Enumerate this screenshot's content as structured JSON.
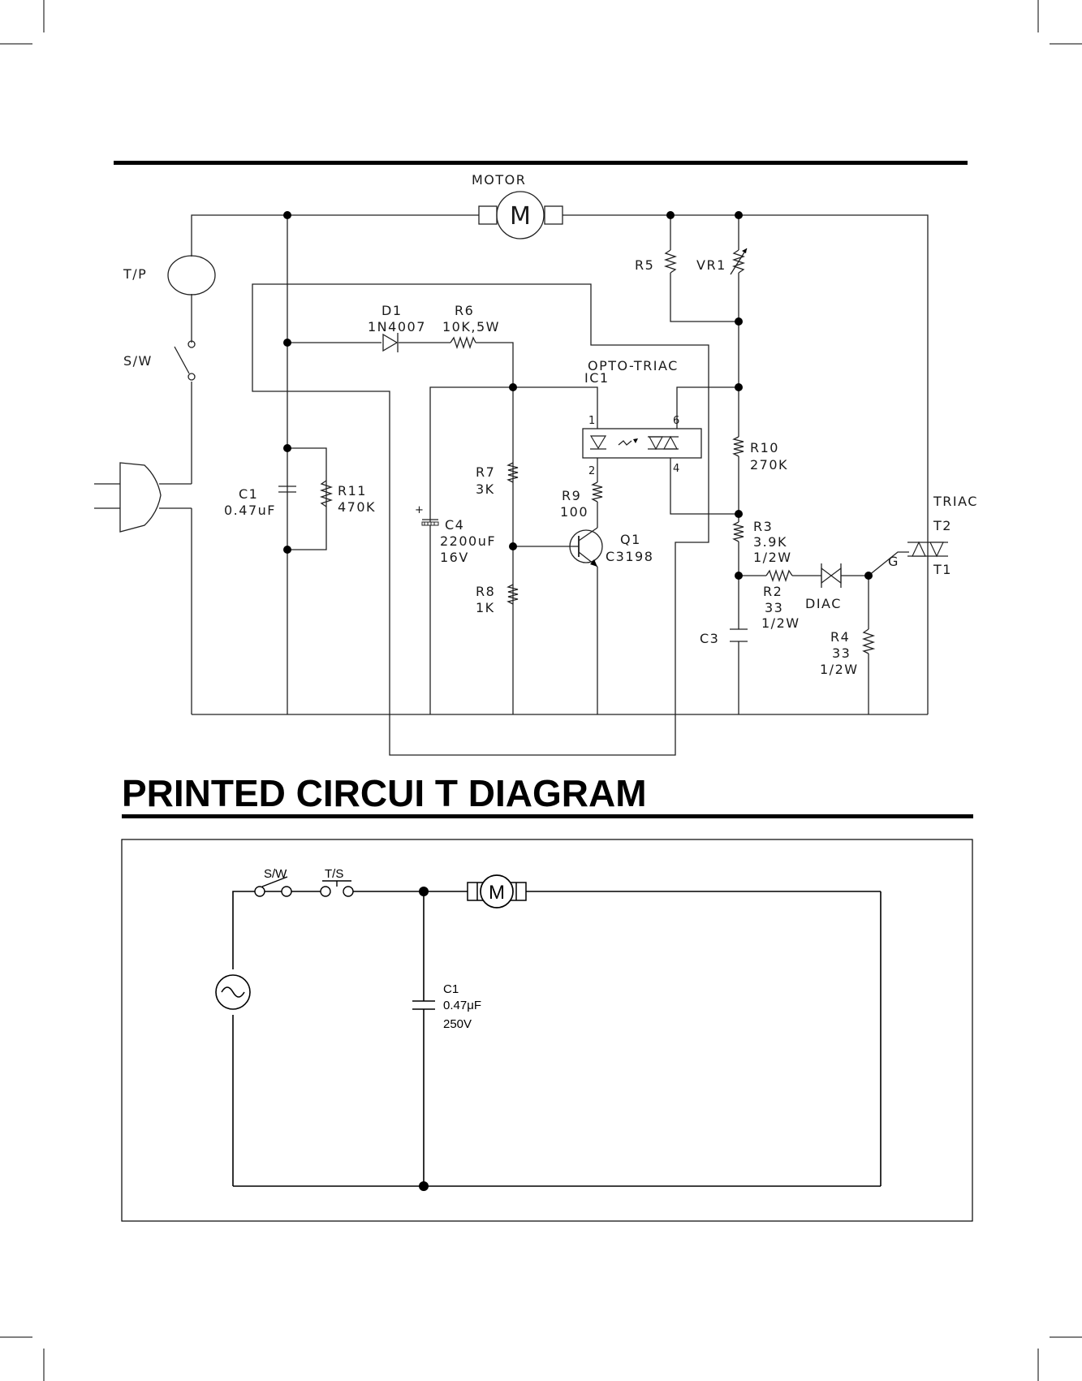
{
  "section_title": "PRINTED CIRCUI T DIAGRAM",
  "schematic": {
    "motor": "MOTOR",
    "motor_symbol": "M",
    "tp": "T/P",
    "sw": "S/W",
    "d1": "D1",
    "d1_part": "1N4007",
    "r6": "R6",
    "r6_val": "10K,5W",
    "opto": "OPTO-TRIAC",
    "ic1": "IC1",
    "pin1": "1",
    "pin2": "2",
    "pin4": "4",
    "pin6": "6",
    "r5": "R5",
    "vr1": "VR1",
    "r10": "R10",
    "r10_val": "270K",
    "r7": "R7",
    "r7_val": "3K",
    "r9": "R9",
    "r9_val": "100",
    "c1": "C1",
    "c1_val": "0.47uF",
    "r11": "R11",
    "r11_val": "470K",
    "c4": "C4",
    "c4_val": "2200uF",
    "c4_volt": "16V",
    "q1": "Q1",
    "q1_part": "C3198",
    "r8": "R8",
    "r8_val": "1K",
    "r3": "R3",
    "r3_val": "3.9K",
    "r3_w": "1/2W",
    "r2": "R2",
    "r2_val": "33",
    "r2_w": "1/2W",
    "diac": "DIAC",
    "c3": "C3",
    "r4": "R4",
    "r4_val": "33",
    "r4_w": "1/2W",
    "triac": "TRIAC",
    "t2": "T2",
    "t1": "T1",
    "g": "G",
    "plus": "+"
  },
  "printed": {
    "sw": "S/W",
    "ts": "T/S",
    "motor_symbol": "M",
    "c1": "C1",
    "c1_val": "0.47μF",
    "c1_volt": "250V"
  }
}
